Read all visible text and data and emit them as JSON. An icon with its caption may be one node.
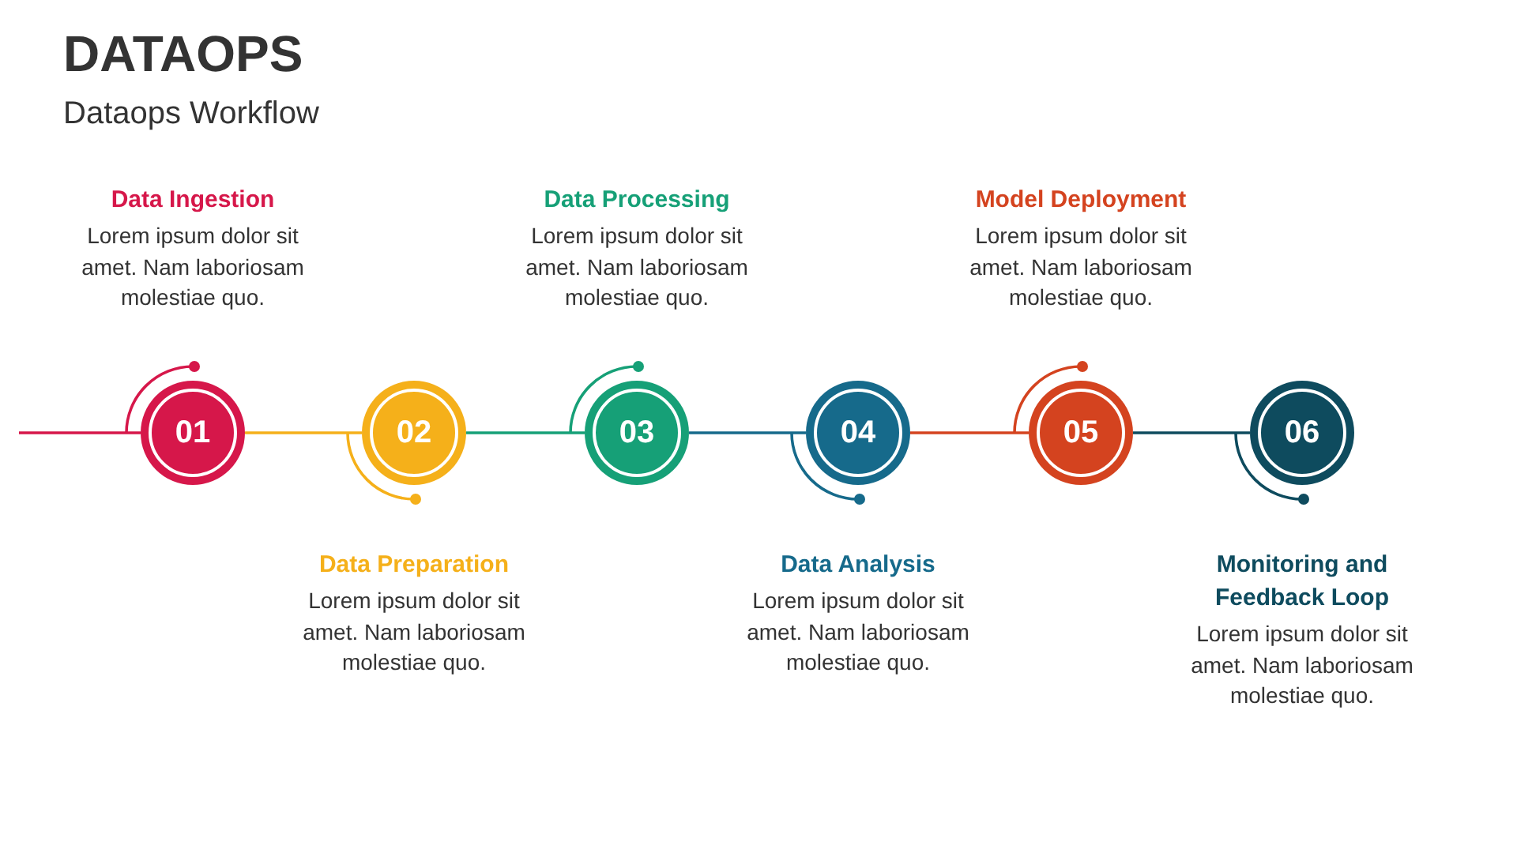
{
  "diagram": {
    "title": "DATAOPS",
    "caption": "Dataops Workflow",
    "nodes": [
      {
        "text": [
          "01"
        ],
        "beside": [
          "Data Ingestion",
          "Lorem ipsum dolor sit amet. Nam laboriosam molestiae quo."
        ]
      },
      {
        "text": [
          "02"
        ],
        "beside": [
          "Data Preparation",
          "Lorem ipsum dolor sit amet. Nam laboriosam molestiae quo."
        ]
      },
      {
        "text": [
          "03"
        ],
        "beside": [
          "Data Processing",
          "Lorem ipsum dolor sit amet. Nam laboriosam molestiae quo."
        ]
      },
      {
        "text": [
          "04"
        ],
        "beside": [
          "Data Analysis",
          "Lorem ipsum dolor sit amet. Nam laboriosam molestiae quo."
        ]
      },
      {
        "text": [
          "05"
        ],
        "beside": [
          "Model Deployment",
          "Lorem ipsum dolor sit amet. Nam laboriosam molestiae quo."
        ]
      },
      {
        "text": [
          "06"
        ],
        "beside": [
          "Monitoring and Feedback Loop",
          "Lorem ipsum dolor sit amet. Nam laboriosam molestiae quo."
        ]
      }
    ],
    "edges": [
      {
        "from": null,
        "to": 0,
        "arrow": "none",
        "color": "#d6174a"
      },
      {
        "from": 0,
        "to": 1,
        "arrow": "none",
        "color": "#f5b01a"
      },
      {
        "from": 1,
        "to": 2,
        "arrow": "none",
        "color": "#16a077"
      },
      {
        "from": 2,
        "to": 3,
        "arrow": "none",
        "color": "#166a8b"
      },
      {
        "from": 3,
        "to": 4,
        "arrow": "none",
        "color": "#d4431f"
      },
      {
        "from": 4,
        "to": 5,
        "arrow": "none",
        "color": "#0e4b5e"
      }
    ]
  }
}
